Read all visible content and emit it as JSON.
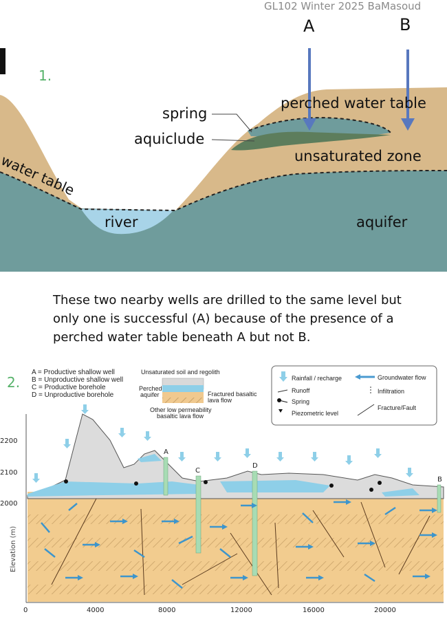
{
  "header": {
    "credit": "GL102 Winter 2025 BaMasoud",
    "well_a": "A",
    "well_b": "B"
  },
  "figure1": {
    "number": "1.",
    "labels": {
      "spring": "spring",
      "aquiclude": "aquiclude",
      "perched_water_table": "perched water table",
      "unsaturated_zone": "unsaturated zone",
      "water_table": "water table",
      "river": "river",
      "aquifer": "aquifer"
    },
    "colors": {
      "soil": "#d8b98a",
      "aquifer": "#6f9c9c",
      "perched": "#6f9c9c",
      "aquiclude": "#5d7d5c",
      "river": "#a8d4e8",
      "well_arrow": "#5878be"
    }
  },
  "caption": {
    "lines": [
      "These two nearby wells are drilled to the same level but",
      "only one is successful (A) because of the presence of a",
      "perched water table beneath A but not B."
    ]
  },
  "figure2": {
    "number": "2.",
    "legend_left": [
      "A = Productive shallow well",
      "B = Unproductive shallow well",
      "C = Productive borehole",
      "D = Unproductive borehole"
    ],
    "legend_center": {
      "title": "Unsaturated soil and regolith",
      "perched": "Perched",
      "aquifer": "aquifer",
      "fractured1": "Fractured basaltic",
      "fractured2": "lava flow",
      "other1": "Other low permeability",
      "other2": "basaltic lava flow"
    },
    "legend_right": {
      "rainfall": "Rainfall / recharge",
      "runoff": "Runoff",
      "spring": "Spring",
      "piezometric": "Piezometric level",
      "groundwater": "Groundwater flow",
      "infiltration": "Infiltration",
      "fracture": "Fracture/Fault"
    },
    "y_axis_label": "Elevation (m)",
    "y_ticks": [
      "2200",
      "2100",
      "2000"
    ],
    "x_ticks": [
      "0",
      "4000",
      "8000",
      "12000",
      "16000",
      "20000"
    ],
    "well_labels": [
      "A",
      "C",
      "D",
      "B"
    ]
  }
}
